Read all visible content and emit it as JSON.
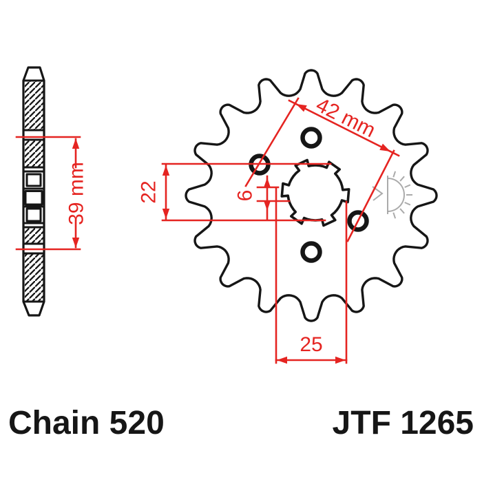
{
  "part": {
    "chain_label": "Chain 520",
    "part_code": "JTF 1265"
  },
  "dimensions": {
    "bolt_circle": "42 mm",
    "chainline_width": "39 mm",
    "bore_height": "22",
    "spline_slot": "6",
    "hub_width": "25"
  },
  "colors": {
    "dimension_red": "#e52421",
    "outline_black": "#161616",
    "watermark_gray": "#9c9c9c",
    "background": "#ffffff"
  }
}
